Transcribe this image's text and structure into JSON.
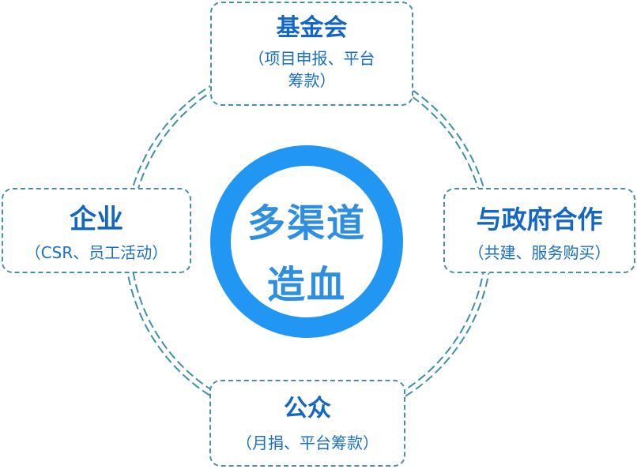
{
  "center": {
    "line1": "多渠道",
    "line2": "造血"
  },
  "nodes": {
    "top": {
      "title": "基金会",
      "sub1": "（项目申报、平台",
      "sub2": "筹款）"
    },
    "left": {
      "title": "企业",
      "sub": "（CSR、员工活动）"
    },
    "right": {
      "title": "与政府合作",
      "sub": "（共建、服务购买）"
    },
    "bottom": {
      "title": "公众",
      "sub": "（月捐、平台筹款）"
    }
  },
  "colors": {
    "ring": "#2196f3",
    "dashed_circle": "#3f8fa8",
    "node_border": "#4b8fa6",
    "title_text": "#1366c4",
    "center_text": "#2e8fe0"
  }
}
